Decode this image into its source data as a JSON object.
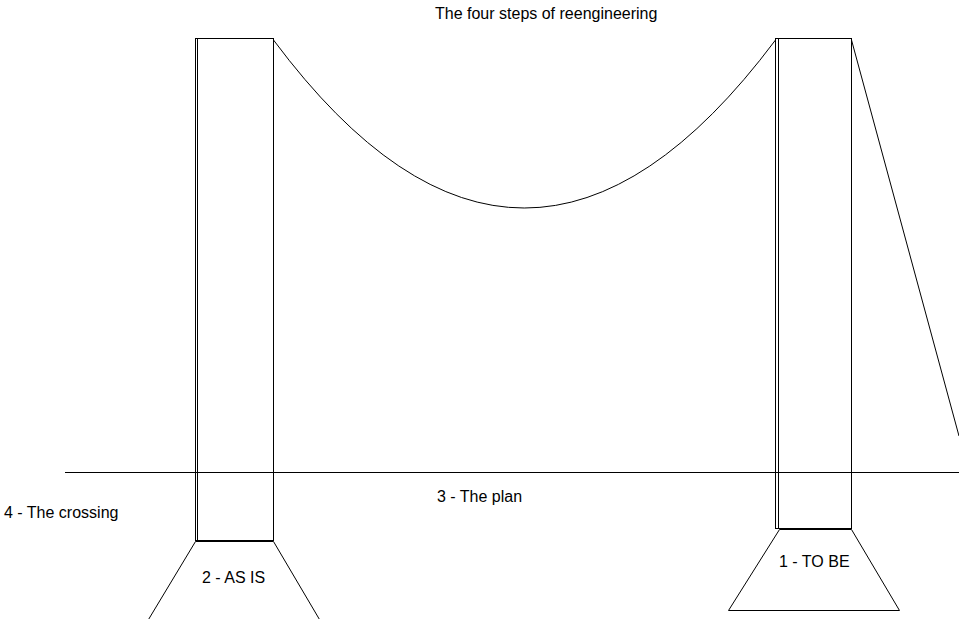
{
  "diagram": {
    "title": "The four steps of reengineering",
    "nodes": [
      {
        "text": [
          "2 - AS IS"
        ]
      },
      {
        "text": [
          "1 - TO BE"
        ]
      }
    ],
    "labels": [
      "4 - The crossing",
      "3 - The plan"
    ]
  }
}
